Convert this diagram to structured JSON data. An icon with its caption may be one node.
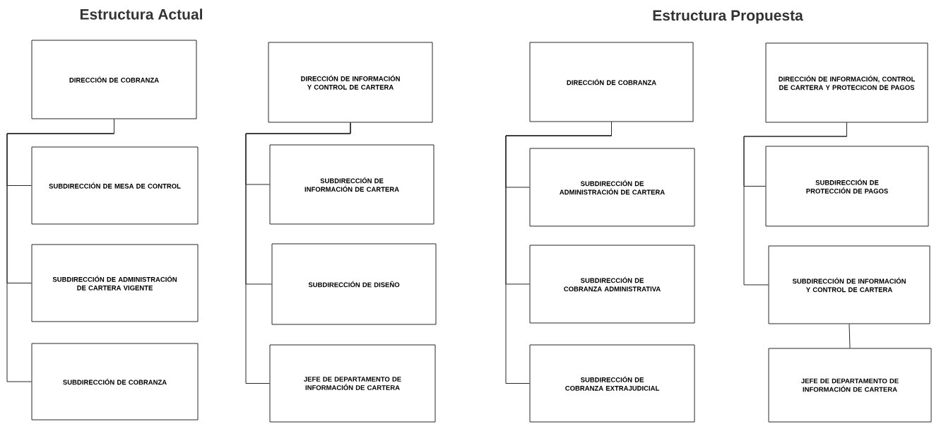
{
  "diagram": {
    "nodes": [
      {
        "text": [
          "DIRECCIÓN DE COBRANZA"
        ]
      },
      {
        "text": [
          "SUBDIRECCIÓN DE MESA DE CONTROL"
        ]
      },
      {
        "text": [
          "SUBDIRECCIÓN DE ADMINISTRACIÓN DE CARTERA VIGENTE"
        ]
      },
      {
        "text": [
          "SUBDIRECCIÓN DE COBRANZA"
        ]
      },
      {
        "text": [
          "DIRECCIÓN DE INFORMACIÓN Y CONTROL DE CARTERA"
        ]
      },
      {
        "text": [
          "SUBDIRECCIÓN DE INFORMACIÓN DE CARTERA"
        ]
      },
      {
        "text": [
          "SUBDIRECCIÓN DE DISEÑO"
        ]
      },
      {
        "text": [
          "JEFE DE DEPARTAMENTO DE INFORMACIÓN DE CARTERA"
        ]
      },
      {
        "text": [
          "DIRECCIÓN DE COBRANZA"
        ]
      },
      {
        "text": [
          "SUBDIRECCIÓN DE ADMINISTRACIÓN DE CARTERA"
        ]
      },
      {
        "text": [
          "SUBDIRECCIÓN DE COBRANZA ADMINISTRATIVA"
        ]
      },
      {
        "text": [
          "SUBDIRECCIÓN DE COBRANZA EXTRAJUDICIAL"
        ]
      },
      {
        "text": [
          "DIRECCIÓN DE INFORMACIÓN, CONTROL DE CARTERA Y PROTECICON DE PAGOS"
        ]
      },
      {
        "text": [
          "SUBDIRECCIÓN DE PROTECCIÓN DE PAGOS"
        ]
      },
      {
        "text": [
          "SUBDIRECCIÓN DE INFORMACIÓN Y CONTROL DE CARTERA"
        ]
      },
      {
        "text": [
          "JEFE DE DEPARTAMENTO DE INFORMACIÓN DE CARTERA"
        ]
      }
    ],
    "edges": [
      {
        "from": 0,
        "to": 1,
        "arrow": "none"
      },
      {
        "from": 0,
        "to": 2,
        "arrow": "none"
      },
      {
        "from": 0,
        "to": 3,
        "arrow": "none"
      },
      {
        "from": 4,
        "to": 5,
        "arrow": "none"
      },
      {
        "from": 4,
        "to": 6,
        "arrow": "none"
      },
      {
        "from": 4,
        "to": 7,
        "arrow": "none"
      },
      {
        "from": 8,
        "to": 9,
        "arrow": "none"
      },
      {
        "from": 8,
        "to": 10,
        "arrow": "none"
      },
      {
        "from": 8,
        "to": 11,
        "arrow": "none"
      },
      {
        "from": 12,
        "to": 13,
        "arrow": "none"
      },
      {
        "from": 12,
        "to": 14,
        "arrow": "none"
      },
      {
        "from": 14,
        "to": 15,
        "arrow": "none"
      }
    ],
    "labels": [
      "Estructura Actual",
      "Estructura Propuesta"
    ]
  }
}
